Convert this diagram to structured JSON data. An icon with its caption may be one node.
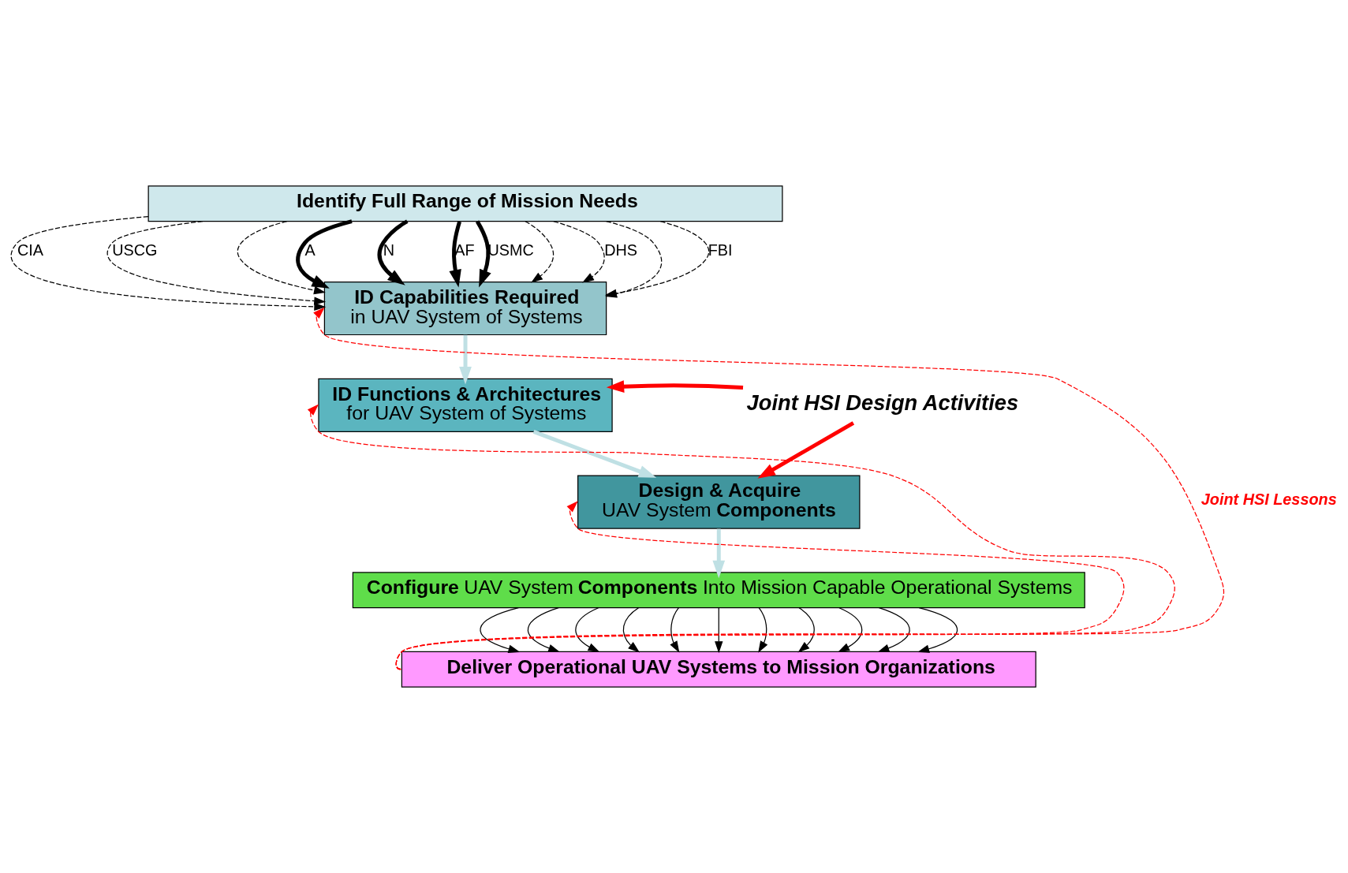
{
  "diagram": {
    "nodes": [
      {
        "text": [
          "Identify Full Range of Mission Needs"
        ]
      },
      {
        "text": [
          "ID Capabilities Required",
          "in UAV System of Systems"
        ]
      },
      {
        "text": [
          "ID Functions & Architectures",
          "for UAV System of Systems"
        ]
      },
      {
        "text": [
          "Design & Acquire",
          "UAV System **Components**"
        ]
      },
      {
        "text": [
          "**Configure** UAV System **Components** Into Mission Capable Operational Systems"
        ]
      },
      {
        "text": [
          "Deliver Operational UAV Systems to Mission Organizations"
        ]
      },
      {
        "text": [
          "Joint HSI Design Activities"
        ]
      }
    ],
    "edges": [
      {
        "from": 0,
        "to": 1,
        "arrow": "to",
        "style": "dashed",
        "label": "CIA"
      },
      {
        "from": 0,
        "to": 1,
        "arrow": "to",
        "style": "dashed",
        "label": "USCG"
      },
      {
        "from": 0,
        "to": 1,
        "arrow": "to",
        "style": "dashed"
      },
      {
        "from": 0,
        "to": 1,
        "arrow": "to",
        "style": "thick",
        "label": "A"
      },
      {
        "from": 0,
        "to": 1,
        "arrow": "to",
        "style": "thick",
        "label": "N"
      },
      {
        "from": 0,
        "to": 1,
        "arrow": "to",
        "style": "thick",
        "label": "AF"
      },
      {
        "from": 0,
        "to": 1,
        "arrow": "to",
        "style": "thick",
        "label": "USMC"
      },
      {
        "from": 0,
        "to": 1,
        "arrow": "to",
        "style": "dashed"
      },
      {
        "from": 0,
        "to": 1,
        "arrow": "to",
        "style": "dashed",
        "label": "DHS"
      },
      {
        "from": 0,
        "to": 1,
        "arrow": "to",
        "style": "dashed"
      },
      {
        "from": 0,
        "to": 1,
        "arrow": "to",
        "style": "dashed",
        "label": "FBI"
      },
      {
        "from": 1,
        "to": 2,
        "arrow": "to",
        "style": "thick",
        "color": "#bfe0e4"
      },
      {
        "from": 2,
        "to": 3,
        "arrow": "to",
        "style": "thick",
        "color": "#bfe0e4"
      },
      {
        "from": 3,
        "to": 4,
        "arrow": "to",
        "style": "thick",
        "color": "#bfe0e4"
      },
      {
        "from": 4,
        "to": 5,
        "arrow": "to"
      },
      {
        "from": 4,
        "to": 5,
        "arrow": "to"
      },
      {
        "from": 4,
        "to": 5,
        "arrow": "to"
      },
      {
        "from": 4,
        "to": 5,
        "arrow": "to"
      },
      {
        "from": 4,
        "to": 5,
        "arrow": "to"
      },
      {
        "from": 4,
        "to": 5,
        "arrow": "to"
      },
      {
        "from": 4,
        "to": 5,
        "arrow": "to"
      },
      {
        "from": 4,
        "to": 5,
        "arrow": "to"
      },
      {
        "from": 4,
        "to": 5,
        "arrow": "to"
      },
      {
        "from": 4,
        "to": 5,
        "arrow": "to"
      },
      {
        "from": 4,
        "to": 5,
        "arrow": "to"
      },
      {
        "from": 6,
        "to": 2,
        "arrow": "to",
        "style": "thick",
        "color": "#ff0000"
      },
      {
        "from": 6,
        "to": 3,
        "arrow": "to",
        "style": "thick",
        "color": "#ff0000"
      },
      {
        "from": 5,
        "to": 1,
        "arrow": "to",
        "style": "dashed",
        "color": "#ff0000",
        "label": "Joint HSI Lessons"
      },
      {
        "from": 5,
        "to": 2,
        "arrow": "to",
        "style": "dashed",
        "color": "#ff0000"
      },
      {
        "from": 5,
        "to": 3,
        "arrow": "to",
        "style": "dashed",
        "color": "#ff0000"
      }
    ]
  }
}
